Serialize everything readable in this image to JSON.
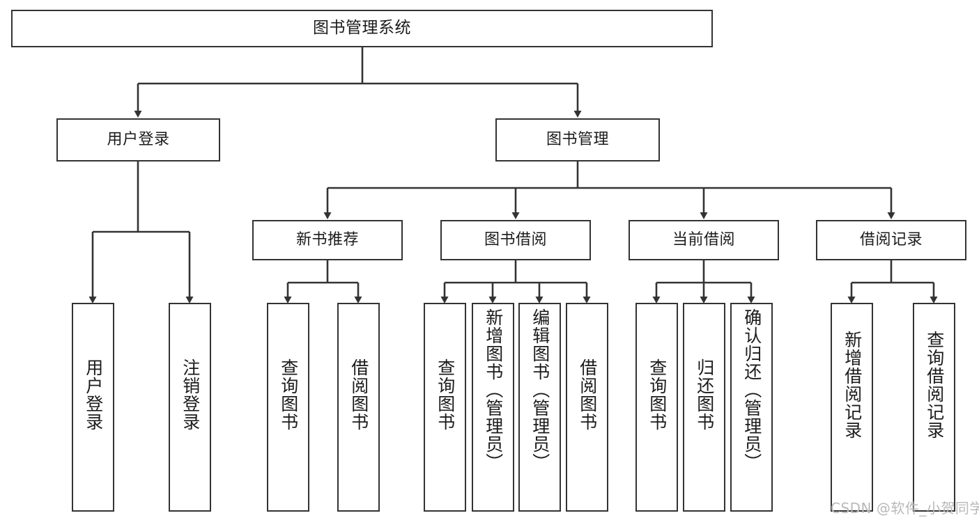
{
  "diagram": {
    "type": "tree-hierarchy-chart",
    "title": "图书管理系统",
    "stroke_color": "#333333",
    "fill_color": "#ffffff",
    "text_color": "#1b1b1b",
    "watermark": "CSDN @软件_小贺同学",
    "watermark_color": "#b9b9b9"
  },
  "nodes": {
    "root": {
      "label": "图书管理系统",
      "level": 1
    },
    "level2": [
      {
        "id": "user-login",
        "label": "用户登录"
      },
      {
        "id": "book-management",
        "label": "图书管理"
      }
    ],
    "level3": [
      {
        "id": "new-book-recommend",
        "label": "新书推荐",
        "parent": "book-management"
      },
      {
        "id": "book-borrow",
        "label": "图书借阅",
        "parent": "book-management"
      },
      {
        "id": "current-borrow",
        "label": "当前借阅",
        "parent": "book-management"
      },
      {
        "id": "borrow-record",
        "label": "借阅记录",
        "parent": "book-management"
      }
    ],
    "leaves": [
      {
        "id": "leaf-user-login",
        "label": "用户登录",
        "parent": "user-login"
      },
      {
        "id": "leaf-logout-login",
        "label": "注销登录",
        "parent": "user-login"
      },
      {
        "id": "leaf-query-book-1",
        "label": "查询图书",
        "parent": "new-book-recommend"
      },
      {
        "id": "leaf-borrow-book-1",
        "label": "借阅图书",
        "parent": "new-book-recommend"
      },
      {
        "id": "leaf-query-book-2",
        "label": "查询图书",
        "parent": "book-borrow"
      },
      {
        "id": "leaf-add-book",
        "label": "新增图书（管理员）",
        "parent": "book-borrow"
      },
      {
        "id": "leaf-edit-book",
        "label": "编辑图书（管理员）",
        "parent": "book-borrow"
      },
      {
        "id": "leaf-borrow-book-2",
        "label": "借阅图书",
        "parent": "book-borrow"
      },
      {
        "id": "leaf-query-book-3",
        "label": "查询图书",
        "parent": "current-borrow"
      },
      {
        "id": "leaf-return-book",
        "label": "归还图书",
        "parent": "current-borrow"
      },
      {
        "id": "leaf-confirm-return",
        "label": "确认归还（管理员）",
        "parent": "current-borrow"
      },
      {
        "id": "leaf-add-borrow-record",
        "label": "新增借阅记录",
        "parent": "borrow-record"
      },
      {
        "id": "leaf-query-borrow-record",
        "label": "查询借阅记录",
        "parent": "borrow-record"
      }
    ]
  }
}
